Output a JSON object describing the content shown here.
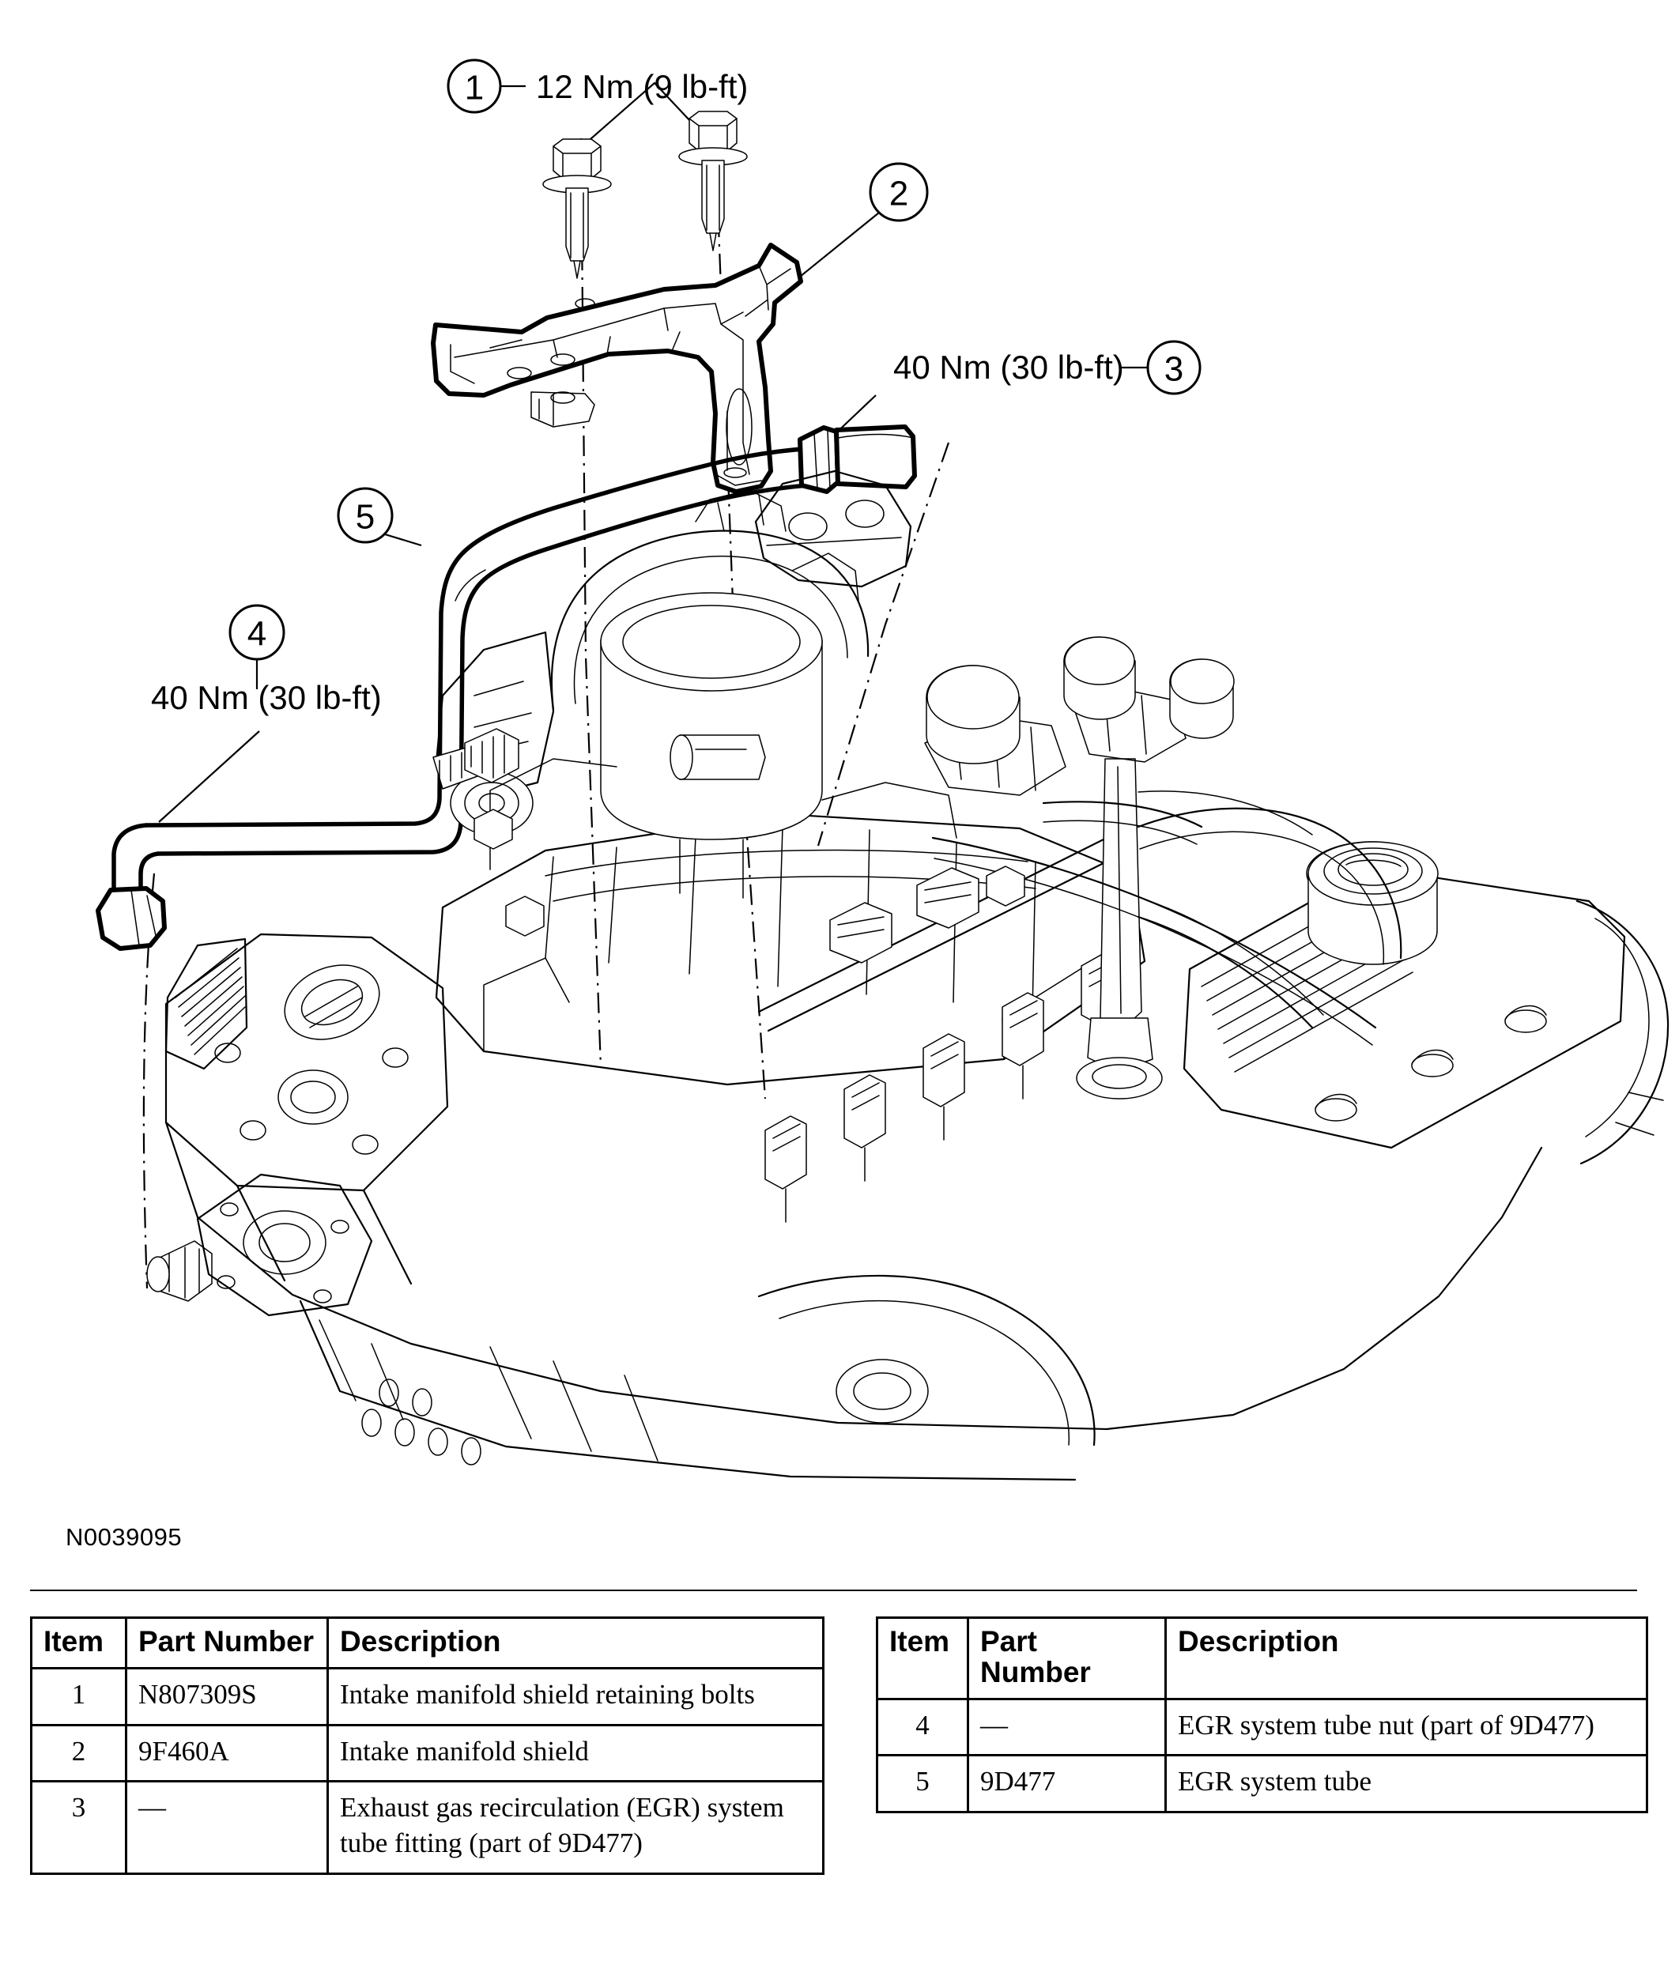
{
  "figure": {
    "id_label": "N0039095",
    "callouts": [
      {
        "number": "1",
        "torque": "12 Nm (9 lb-ft)"
      },
      {
        "number": "2",
        "torque": ""
      },
      {
        "number": "3",
        "torque": "40 Nm (30 lb-ft)"
      },
      {
        "number": "4",
        "torque": "40 Nm (30 lb-ft)"
      },
      {
        "number": "5",
        "torque": ""
      }
    ],
    "subject": "engine-assembly-intake-manifold-shield-egr-tube"
  },
  "tables": {
    "headers": [
      "Item",
      "Part Number",
      "Description"
    ],
    "left": {
      "rows": [
        {
          "item": "1",
          "part_number": "N807309S",
          "description": "Intake manifold shield retaining bolts"
        },
        {
          "item": "2",
          "part_number": "9F460A",
          "description": "Intake manifold shield"
        },
        {
          "item": "3",
          "part_number": "—",
          "description": "Exhaust gas recirculation (EGR) system tube fitting (part of 9D477)"
        }
      ]
    },
    "right": {
      "rows": [
        {
          "item": "4",
          "part_number": "—",
          "description": "EGR system tube nut (part of 9D477)"
        },
        {
          "item": "5",
          "part_number": "9D477",
          "description": "EGR system tube"
        }
      ]
    }
  },
  "colors": {
    "ink": "#000000",
    "paper": "#ffffff"
  }
}
